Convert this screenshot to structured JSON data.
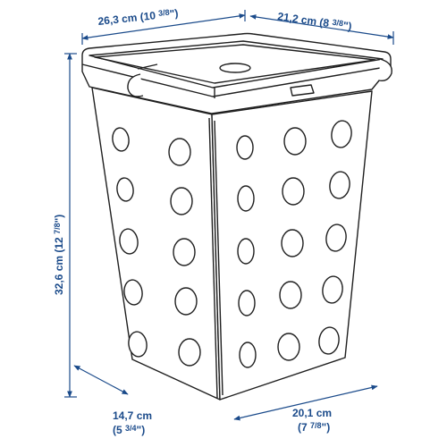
{
  "colors": {
    "dimension": "#1a4a8a",
    "outline": "#1f1f1f",
    "background": "#ffffff"
  },
  "dimensions": {
    "top_width": {
      "metric": "26,3 cm",
      "imperial_whole": "(10 ",
      "imperial_frac": "3/8",
      "imperial_close": "\")"
    },
    "top_depth": {
      "metric": "21,2 cm",
      "imperial_whole": "(8 ",
      "imperial_frac": "3/8",
      "imperial_close": "\")"
    },
    "height": {
      "metric": "32,6 cm",
      "imperial_whole": "(12 ",
      "imperial_frac": "7/8",
      "imperial_close": "\")"
    },
    "bottom_width": {
      "metric": "14,7 cm",
      "imperial_whole": "(5 ",
      "imperial_frac": "3/4",
      "imperial_close": "\")"
    },
    "bottom_depth": {
      "metric": "20,1 cm",
      "imperial_whole": "(7 ",
      "imperial_frac": "7/8",
      "imperial_close": "\")"
    }
  }
}
